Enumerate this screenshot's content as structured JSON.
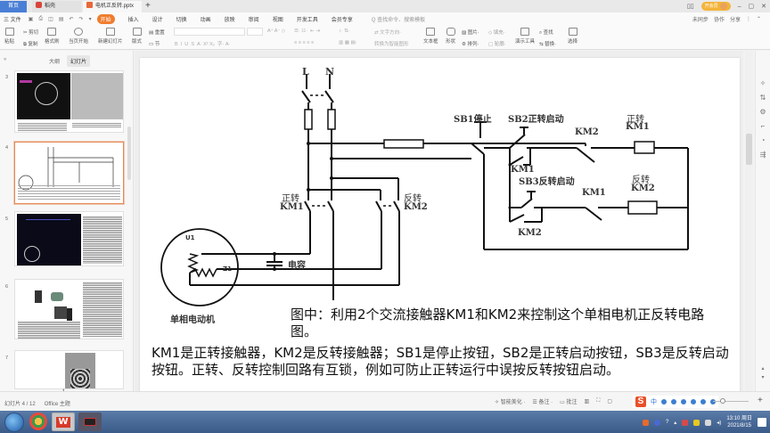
{
  "titlebar": {
    "tabs": [
      {
        "label": "首页",
        "active": false
      },
      {
        "label": "稻壳",
        "active": false
      },
      {
        "label": "电机正反转.pptx",
        "active": true
      }
    ],
    "new_tab": "+",
    "vip_label": "开会员",
    "window_controls": [
      "minimize",
      "restore",
      "close"
    ]
  },
  "menubar": {
    "file": "三 文件",
    "items": [
      "开始",
      "插入",
      "设计",
      "切换",
      "动画",
      "放映",
      "审阅",
      "视图",
      "开发工具",
      "会员专享"
    ],
    "active": "开始",
    "search_placeholder": "Q 查找命令、搜索模板",
    "right": [
      "未同步",
      "协作",
      "分享"
    ]
  },
  "ribbon": {
    "paste": "粘贴",
    "cut": "剪切",
    "copy": "复制",
    "format_painter": "格式刷",
    "play": "当页开始",
    "new_slide": "新建幻灯片",
    "layout": "版式",
    "section": "节",
    "reset": "重置",
    "text_box": "文本框",
    "shapes": "形状",
    "arrange": "排列",
    "picture": "图片",
    "fill": "填充",
    "outline": "轮廓",
    "smart_art": "智能图形",
    "presenter_tools": "演示工具",
    "find": "查找",
    "replace": "替换",
    "select": "选择",
    "convert_smartart": "转换为智能图形",
    "font_name": "",
    "font_size": ""
  },
  "leftpane": {
    "tab_outline": "大纲",
    "tab_slides": "幻灯片",
    "slides": [
      {
        "num": "3"
      },
      {
        "num": "4",
        "selected": true
      },
      {
        "num": "5"
      },
      {
        "num": "6"
      },
      {
        "num": "7"
      }
    ],
    "add": "+"
  },
  "slide": {
    "diagram": {
      "labels": {
        "L": "L",
        "N": "N",
        "sb1": "SB1停止",
        "sb2": "SB2正转启动",
        "sb3": "SB3反转启动",
        "km2_nc_top": "KM2",
        "km1_coil_title": "正转",
        "km1_coil": "KM1",
        "km1_aux": "KM1",
        "km1_nc_bottom": "KM1",
        "km2_coil_title": "反转",
        "km2_coil": "KM2",
        "km2_aux": "KM2",
        "fwd_title": "正转",
        "fwd_km": "KM1",
        "rev_title": "反转",
        "rev_km": "KM2",
        "u1": "U1",
        "z1": "Z1",
        "capacitor": "电容",
        "motor": "单相电动机"
      }
    },
    "caption1": "图中：利用2个交流接触器KM1和KM2来控制这个单相电机正反转电路图。",
    "caption2": "KM1是正转接触器，KM2是反转接触器；SB1是停止按钮，SB2是正转启动按钮，SB3是反转启动按钮。正转、反转控制回路有互锁，例如可防止正转运行中误按反转按钮启动。"
  },
  "statusbar": {
    "slide_info": "幻灯片 4 / 12",
    "theme": "Office 主题",
    "smart_beautify": "智能美化",
    "notes": "备注",
    "comments": "批注",
    "zoom_plus": "+"
  },
  "taskbar": {
    "time": "13:10 周日",
    "date": "2021/8/15"
  },
  "colors": {
    "accent": "#f07c2e",
    "home_tab": "#4a7fd6",
    "vip": "#f4b43a",
    "selected_thumb": "#e38a5a"
  }
}
